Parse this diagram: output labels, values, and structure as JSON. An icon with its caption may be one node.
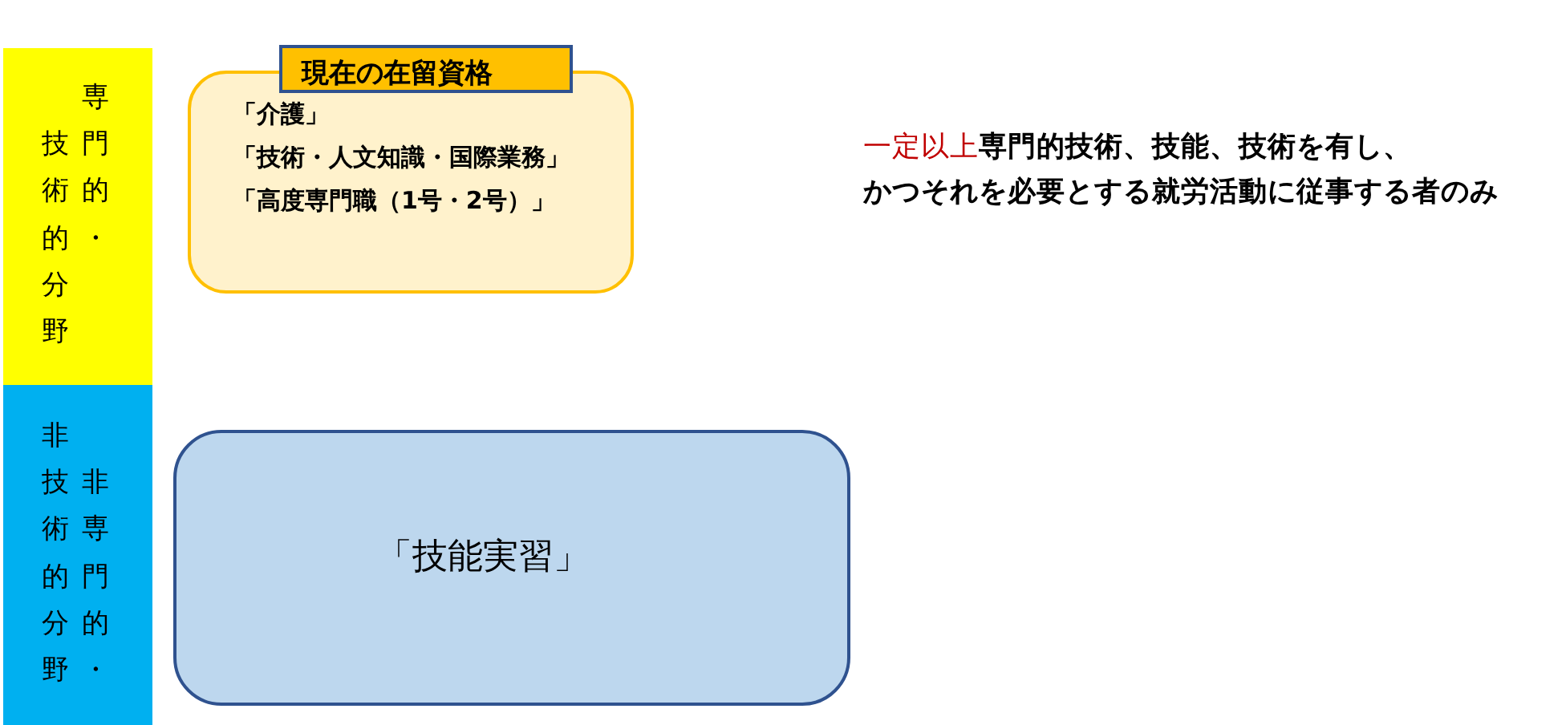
{
  "diagram": {
    "nodes": [
      {
        "text": [
          "専門的・技術的分野"
        ]
      },
      {
        "text": [
          "現在の在留資格"
        ]
      },
      {
        "text": [
          "「介護」",
          "「技術・人文知識・国際業務」",
          "「高度専門職（1号・2号）」"
        ]
      },
      {
        "text": [
          "非専門的・非技術的分野"
        ]
      },
      {
        "text": [
          "「技能実習」"
        ]
      }
    ],
    "labels": [
      "一定以上**専門的技術、技能、技術を有し、かつそれを必要とする就労活動に従事する者のみ**"
    ]
  }
}
